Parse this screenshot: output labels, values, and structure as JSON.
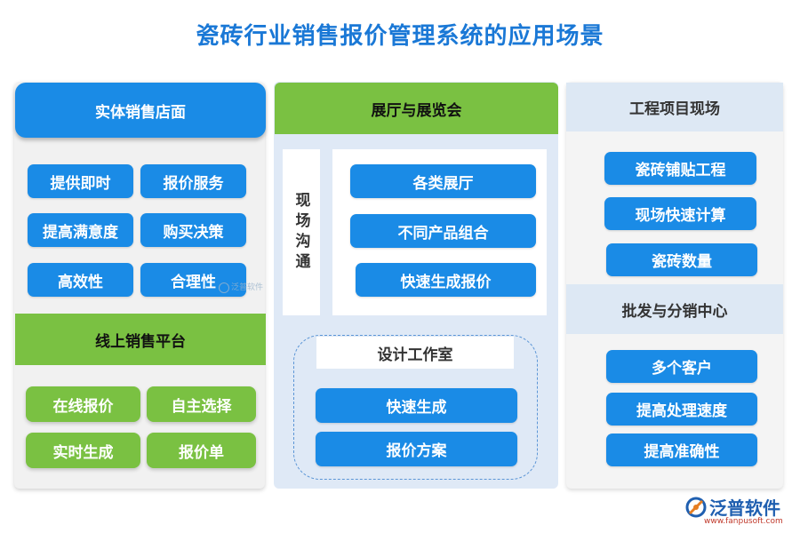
{
  "title": "瓷砖行业销售报价管理系统的应用场景",
  "col1": {
    "header": "实体销售店面",
    "buttons": [
      "提供即时",
      "报价服务",
      "提高满意度",
      "购买决策",
      "高效性",
      "合理性"
    ],
    "online_header": "线上销售平台",
    "online_buttons": [
      "在线报价",
      "自主选择",
      "实时生成",
      "报价单"
    ],
    "watermark": "泛普软件"
  },
  "col2": {
    "header": "展厅与展览会",
    "vertical_label": "现场沟通",
    "buttons": [
      "各类展厅",
      "不同产品组合",
      "快速生成报价"
    ],
    "studio_label": "设计工作室",
    "studio_buttons": [
      "快速生成",
      "报价方案"
    ]
  },
  "col3": {
    "header": "工程项目现场",
    "buttons": [
      "瓷砖铺贴工程",
      "现场快速计算",
      "瓷砖数量"
    ],
    "header2": "批发与分销中心",
    "buttons2": [
      "多个客户",
      "提高处理速度",
      "提高准确性"
    ]
  },
  "logo": {
    "name": "泛普软件",
    "url": "www.fanpusoft.com",
    "icon": "fanpu-logo-icon"
  },
  "colors": {
    "title": "#1a78d6",
    "blue": "#1a8be6",
    "green": "#7ac142",
    "pale_blue": "#dfe9f6"
  }
}
